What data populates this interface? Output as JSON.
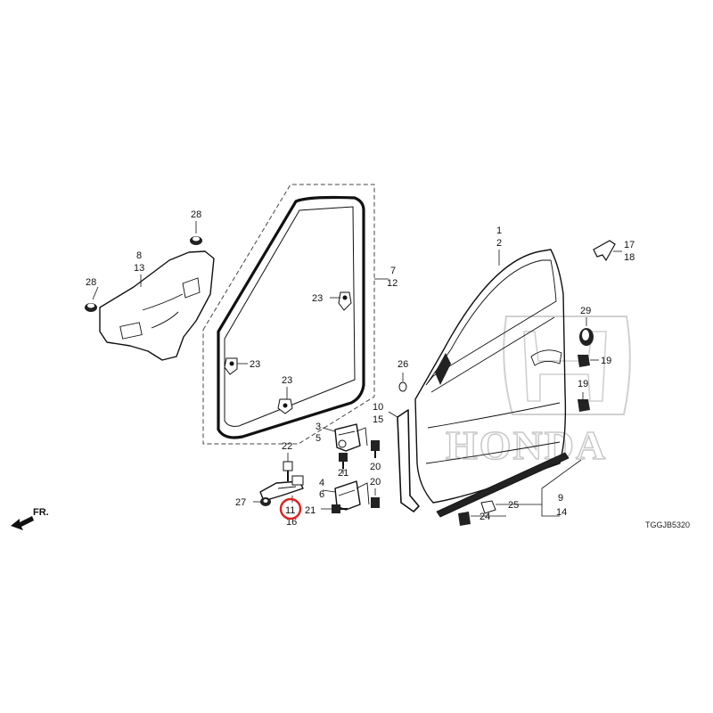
{
  "diagram": {
    "code": "TGGJB5320",
    "direction": "FR.",
    "watermark": "HONDA",
    "callouts": [
      {
        "id": "c1",
        "text": "1"
      },
      {
        "id": "c2",
        "text": "2"
      },
      {
        "id": "c3",
        "text": "3"
      },
      {
        "id": "c4",
        "text": "4"
      },
      {
        "id": "c5",
        "text": "5"
      },
      {
        "id": "c6",
        "text": "6"
      },
      {
        "id": "c7",
        "text": "7"
      },
      {
        "id": "c8",
        "text": "8"
      },
      {
        "id": "c9",
        "text": "9"
      },
      {
        "id": "c10",
        "text": "10"
      },
      {
        "id": "c11",
        "text": "11"
      },
      {
        "id": "c12",
        "text": "12"
      },
      {
        "id": "c13",
        "text": "13"
      },
      {
        "id": "c14",
        "text": "14"
      },
      {
        "id": "c15",
        "text": "15"
      },
      {
        "id": "c16",
        "text": "16"
      },
      {
        "id": "c17",
        "text": "17"
      },
      {
        "id": "c18",
        "text": "18"
      },
      {
        "id": "c19a",
        "text": "19"
      },
      {
        "id": "c19b",
        "text": "19"
      },
      {
        "id": "c20a",
        "text": "20"
      },
      {
        "id": "c20b",
        "text": "20"
      },
      {
        "id": "c21a",
        "text": "21"
      },
      {
        "id": "c21b",
        "text": "21"
      },
      {
        "id": "c22",
        "text": "22"
      },
      {
        "id": "c23a",
        "text": "23"
      },
      {
        "id": "c23b",
        "text": "23"
      },
      {
        "id": "c23c",
        "text": "23"
      },
      {
        "id": "c24",
        "text": "24"
      },
      {
        "id": "c25",
        "text": "25"
      },
      {
        "id": "c26",
        "text": "26"
      },
      {
        "id": "c27",
        "text": "27"
      },
      {
        "id": "c28a",
        "text": "28"
      },
      {
        "id": "c28b",
        "text": "28"
      },
      {
        "id": "c29",
        "text": "29"
      }
    ],
    "highlight": {
      "part": "11",
      "color": "#e02020"
    }
  }
}
